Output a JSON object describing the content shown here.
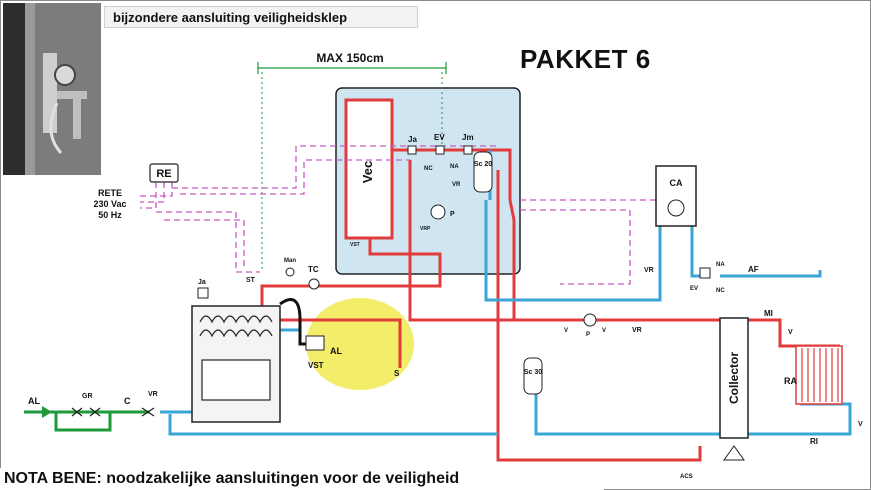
{
  "caption_top": "bijzondere aansluiting veiligheidsklep",
  "title": "PAKKET 6",
  "caption_bottom": "NOTA BENE: noodzakelijke aansluitingen voor de veiligheid",
  "max_label": "MAX 150cm",
  "labels": {
    "re": "RE",
    "rete1": "RETE",
    "rete2": "230 Vac",
    "rete3": "50 Hz",
    "vec": "Vec",
    "ja_top": "Ja",
    "ev_top": "EV",
    "jm": "Jm",
    "nc_top": "NC",
    "na_top": "NA",
    "vr_top": "VR",
    "p_top": "P",
    "sc20": "Sc 20",
    "vst_small": "VST",
    "vrp": "VRP",
    "ca": "CA",
    "ja_left": "Ja",
    "man": "Man",
    "st": "ST",
    "tc": "TC",
    "al_vst": "AL",
    "vst": "VST",
    "s": "S",
    "sc30": "Sc 30",
    "al_in": "AL",
    "gr": "GR",
    "c": "C",
    "vr_in": "VR",
    "vr_mid": "VR",
    "v1": "V",
    "p_mid": "P",
    "v2": "V",
    "vr_right": "VR",
    "na_right": "NA",
    "ev_right": "EV",
    "nc_right": "NC",
    "af": "AF",
    "mi": "MI",
    "v_ra": "V",
    "ra": "RA",
    "ri": "RI",
    "v_ri": "V",
    "collector": "Collector",
    "acs": "ACS"
  },
  "colors": {
    "hot": "#e23b3b",
    "cold": "#3aa6d8",
    "electric": "#c85bc0",
    "green": "#1f9a3a",
    "boiler_bg": "#cfe6f2",
    "highlight": "#f3ee6a"
  }
}
